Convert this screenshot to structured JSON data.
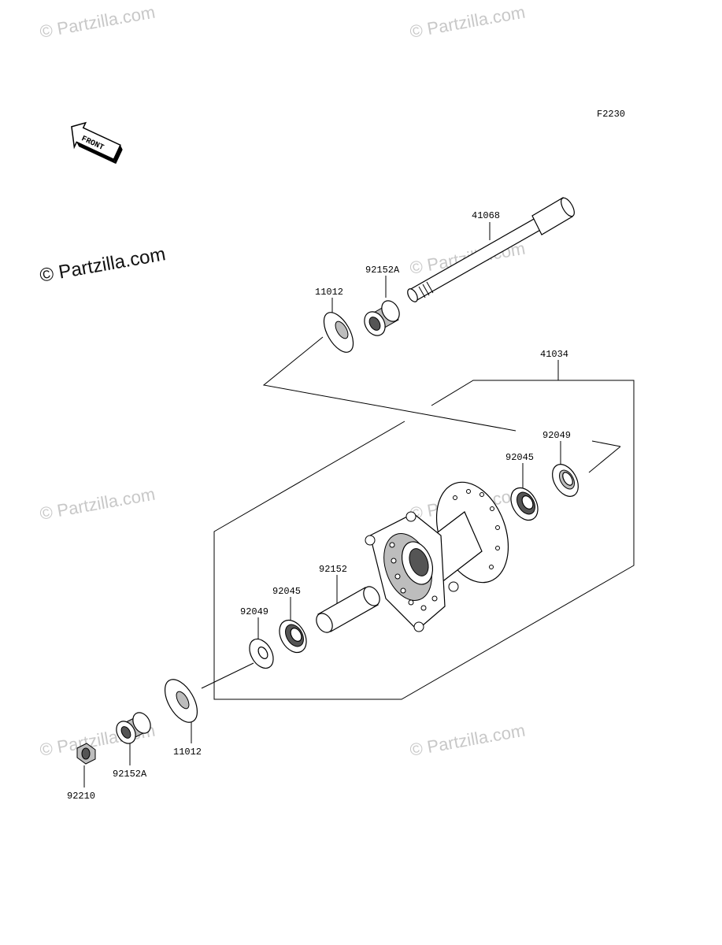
{
  "diagram": {
    "code": "F2230",
    "front_label": "FRONT",
    "watermark_main": "© Partzilla.com",
    "watermark_faint": "© Partzilla.com",
    "parts": {
      "axle": "41068",
      "collar_top": "92152A",
      "cover_top": "11012",
      "hub_assy": "41034",
      "seal_right": "92049",
      "bearing_right": "92045",
      "spacer": "92152",
      "bearing_left": "92045",
      "seal_left": "92049",
      "cover_bottom": "11012",
      "collar_bottom": "92152A",
      "nut": "92210"
    }
  }
}
